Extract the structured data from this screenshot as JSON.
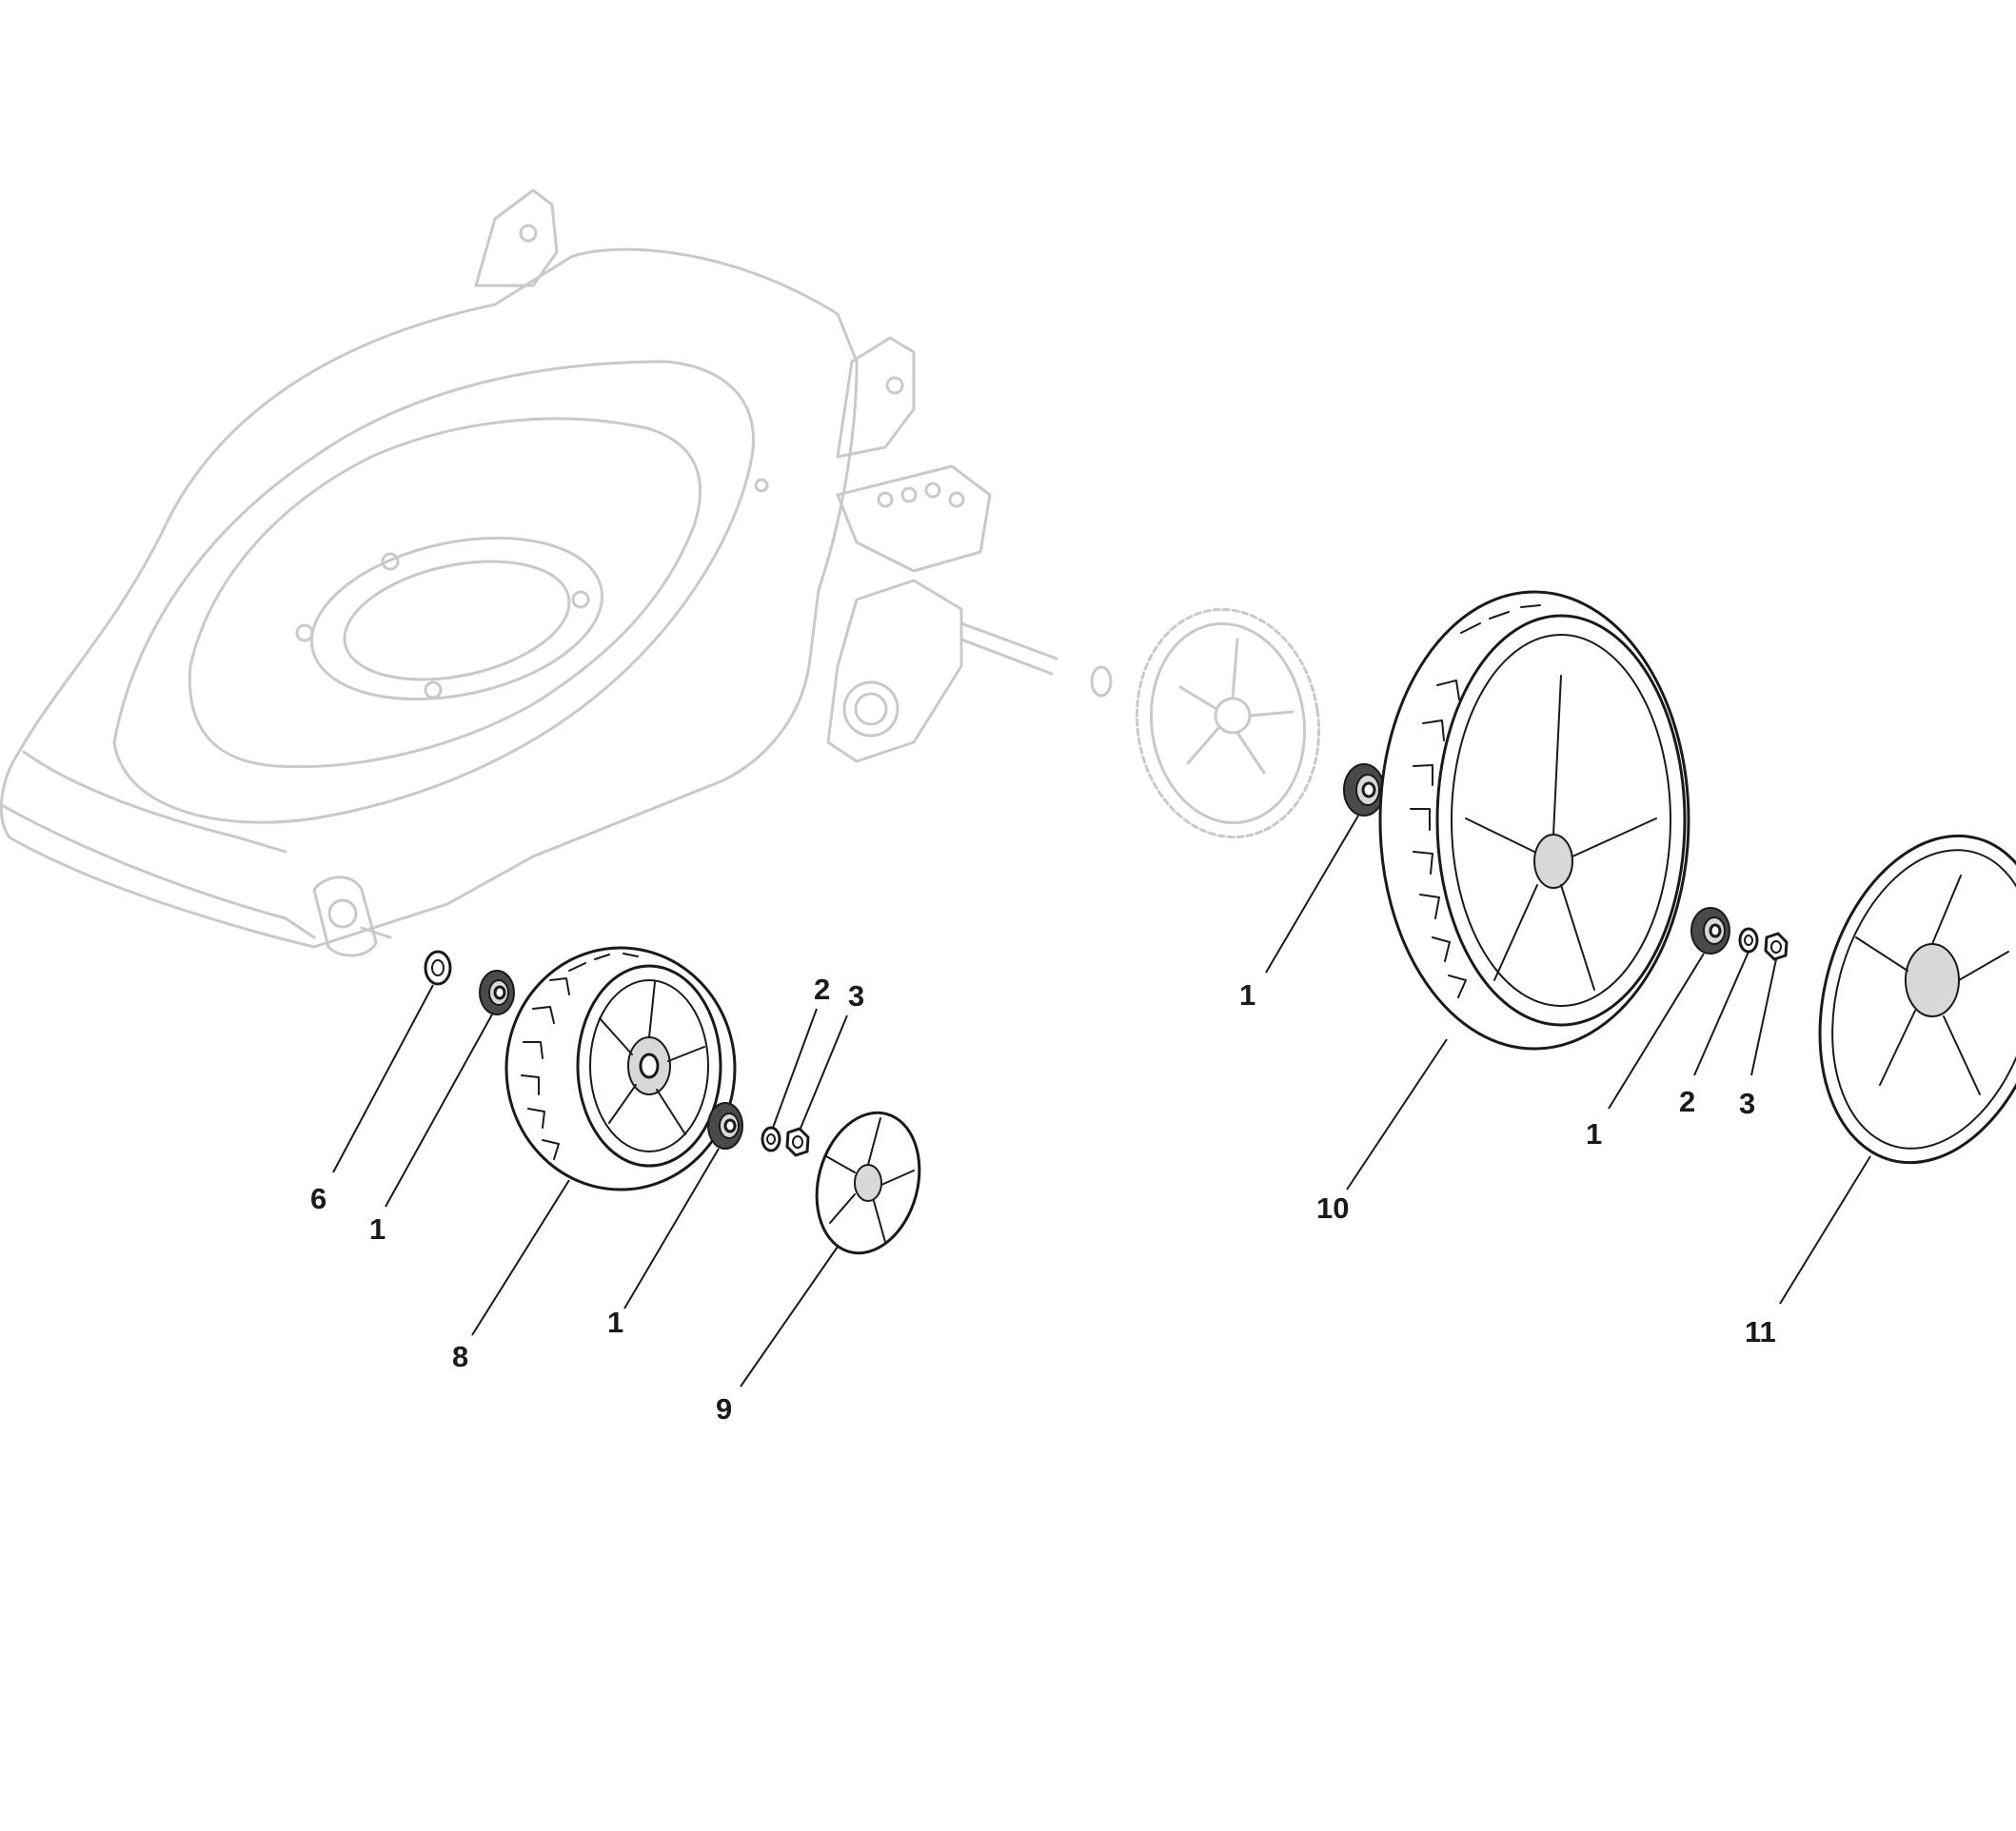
{
  "callouts": [
    {
      "id": "c6",
      "text": "6"
    },
    {
      "id": "c1a",
      "text": "1"
    },
    {
      "id": "c8",
      "text": "8"
    },
    {
      "id": "c1b",
      "text": "1"
    },
    {
      "id": "c9",
      "text": "9"
    },
    {
      "id": "c2a",
      "text": "2"
    },
    {
      "id": "c3a",
      "text": "3"
    },
    {
      "id": "c1c",
      "text": "1"
    },
    {
      "id": "c10",
      "text": "10"
    },
    {
      "id": "c1d",
      "text": "1"
    },
    {
      "id": "c2b",
      "text": "2"
    },
    {
      "id": "c3b",
      "text": "3"
    },
    {
      "id": "c11",
      "text": "11"
    }
  ],
  "parts": {
    "background": "mower-deck-ghost",
    "front_wheel": "small-wheel",
    "rear_wheel": "large-wheel",
    "front_hubcap": "small-hubcap",
    "rear_hubcap": "large-hubcap"
  },
  "colors": {
    "line": "#1a1a1a",
    "ghost": "#c9c9c9"
  }
}
